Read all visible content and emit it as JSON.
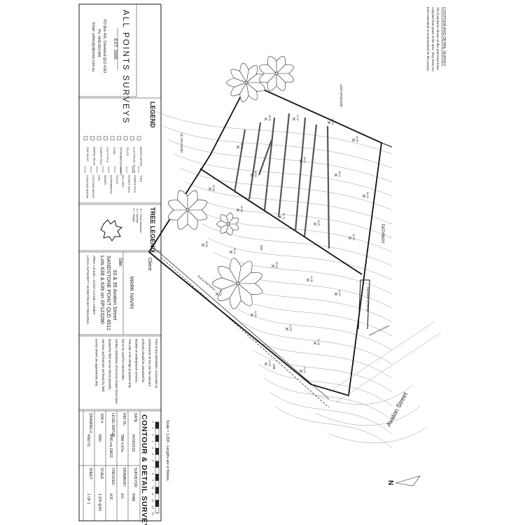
{
  "company": {
    "name": "ALL POINTS SURVEYS",
    "est": "EST. 2005",
    "address": "PO Box 400, Cleveland QLD 4163",
    "phone": "Ph: 0400 819 846",
    "email": "Email: admin@allpoints.com.au"
  },
  "legend": {
    "title": "LEGEND",
    "left_items": [
      "WATER METER",
      "ELECTRICAL PILLAR",
      "TELCO",
      "STORMWATER GRATE",
      "HOSE",
      "LIGHT POLE",
      "POWER POLE",
      "WATER VALVE",
      "GAS VALVE"
    ],
    "right_items": [
      "TREE",
      "POWER POLE",
      "STREET SIGN",
      "BOLLARD",
      "FENCE",
      "STORMWATER",
      "SEWER",
      "GAS",
      "CONTOUR MINOR",
      "CONTOUR MAJOR"
    ]
  },
  "tree_legend": {
    "title": "TREE LEGEND",
    "lines": [
      "D = Trunk Diameter",
      "S = Spread",
      "H = Height"
    ]
  },
  "client": {
    "label": "Client:",
    "name": "MARK NAVIN"
  },
  "site": {
    "label": "Site:",
    "address": "33 & 35 Avalon Street",
    "suburb": "SANDSTONE POINT QLD 4511",
    "lots": "Lots 638 & 639 on SP123280",
    "area": "AREA: Lot 638 = 1127m²  Lot 639 = 1209m²",
    "authority": "LOCAL AUTHORITY: MORETON BAY REGIONAL"
  },
  "notes": [
    "Prior to any demolition, excavation or",
    "construction on the site the relevant",
    "authority should be contacted for",
    "location of underground services.",
    "This plan is for design purposes only.",
    "Not to be used for construction.",
    "Surface indications of services shown have been",
    "located by field survey where possible.",
    "Services and features not found by field",
    "survey shown are approximate only."
  ],
  "title_block": {
    "title": "CONTOUR & DETAIL SURVEY",
    "rows": [
      {
        "label": "DATE:",
        "value": "24/09/2019",
        "label2": "SURVEYOR:",
        "value2": "RAM"
      },
      {
        "label": "REF RL:",
        "value": "TBM 4.67m",
        "label2": "DRAWN BY:",
        "value2": "EG"
      },
      {
        "label": "LEVEL DATUM:",
        "value": "AHD via GNSS",
        "label2": "CHECKED:",
        "value2": "AJC"
      },
      {
        "label": "JOB #:",
        "value": "4992",
        "label2": "SCALE:",
        "value2": "1:200 @A3"
      },
      {
        "label": "DRAWING #:",
        "value": "4992-01",
        "label2": "SHEET:",
        "value2": "1 OF 1"
      }
    ]
  },
  "scale": {
    "text": "Scale = 1:200 - Lengths are in Metres.",
    "ticks": [
      "0",
      "1",
      "2",
      "3",
      "4",
      "5",
      "6",
      "7",
      "8",
      "9",
      "10",
      "11",
      "12",
      "13",
      "14"
    ]
  },
  "notice": {
    "title": "CONTOUR AND DETAIL SURVEY",
    "lines": [
      "The boundaries shown on this plan have been",
      "compiled from plans of the area. They have not",
      "been reinstated or monumented for this survey."
    ]
  },
  "map_labels": {
    "street": "Avalon Street",
    "pathway": "PATHWAY",
    "plan_lot_top": "1203\nSP263200",
    "plan_lot_left": "1E\nSP123280",
    "lot639": "639\nSP123280",
    "lot638": "638\nSP123280",
    "driveway": "Concrete Driveway",
    "sewer": "Sewer Reticulation",
    "peg": "Peg not Found",
    "path": "Post & Rail Fence",
    "spot": [
      "16.91",
      "17.07",
      "17.24",
      "16.85",
      "16.72",
      "16.53",
      "16.41",
      "16.24",
      "16.10",
      "15.98",
      "15.86",
      "15.73",
      "15.61",
      "15.49",
      "15.35",
      "15.22",
      "15.10",
      "14.98",
      "14.87",
      "14.74",
      "14.61",
      "14.50",
      "14.38",
      "14.25",
      "14.12"
    ]
  },
  "north": "N"
}
